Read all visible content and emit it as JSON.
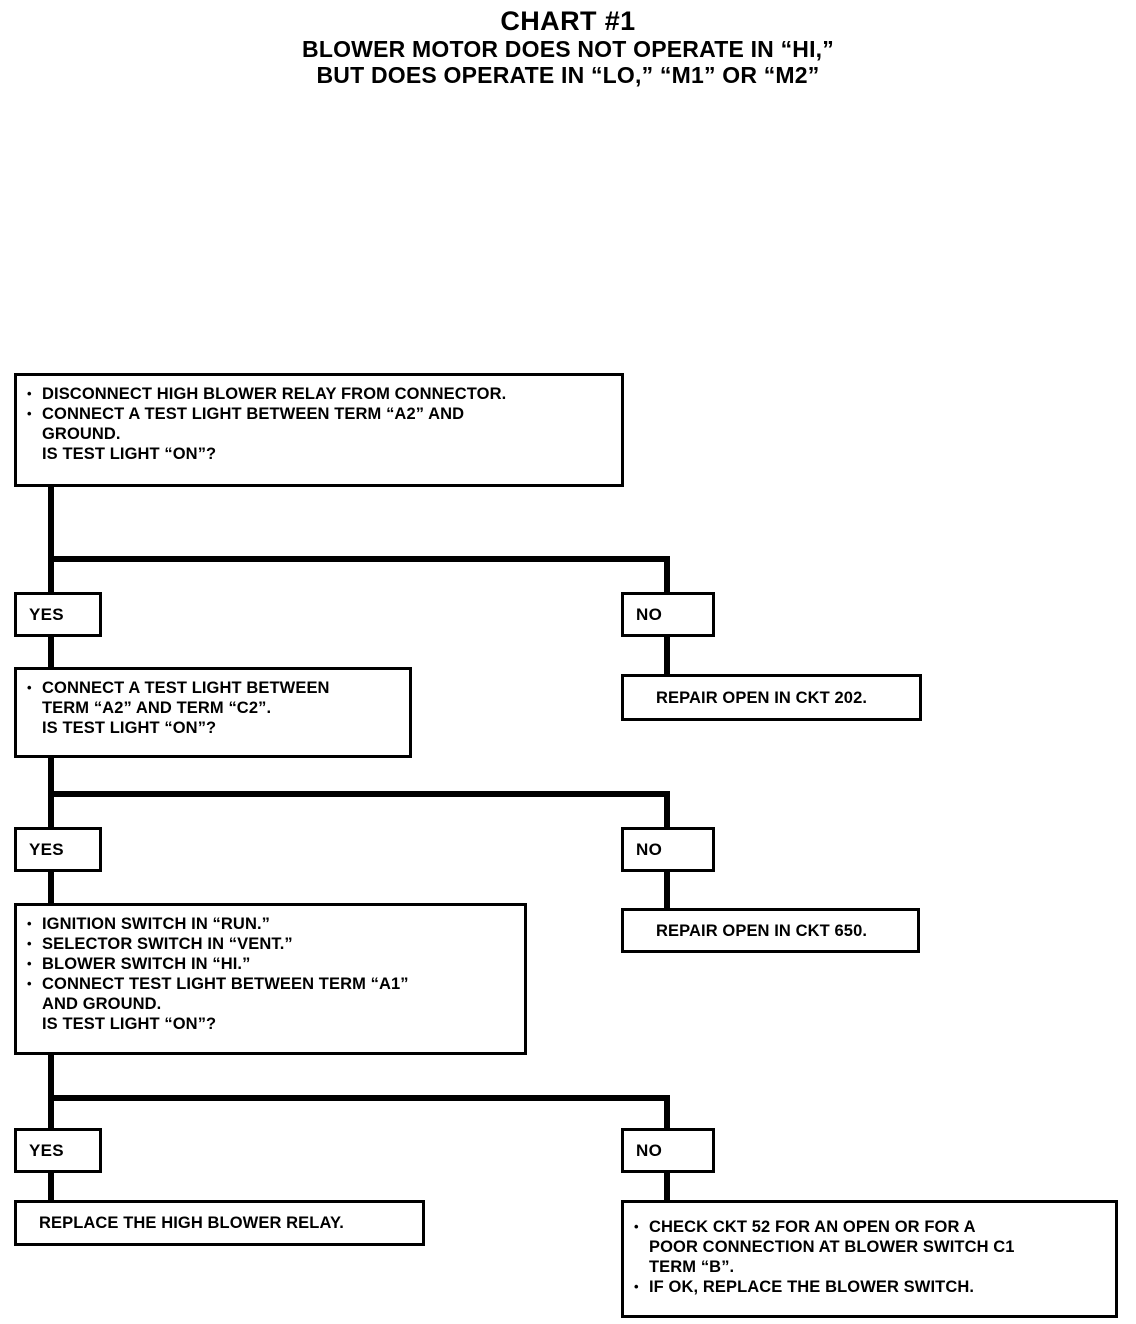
{
  "title": {
    "main": "CHART #1",
    "sub_line1": "BLOWER MOTOR DOES NOT OPERATE IN “HI,”",
    "sub_line2": "BUT DOES OPERATE IN “LO,” “M1” OR “M2”"
  },
  "labels": {
    "yes": "YES",
    "no": "NO"
  },
  "steps": {
    "step1": {
      "l1": "DISCONNECT HIGH BLOWER RELAY FROM CONNECTOR.",
      "l2": "CONNECT A TEST LIGHT BETWEEN TERM “A2” AND",
      "l3": "GROUND.",
      "l4": "IS TEST LIGHT “ON”?"
    },
    "step2": {
      "l1": "CONNECT A TEST LIGHT BETWEEN",
      "l2": "TERM “A2” AND TERM “C2”.",
      "l3": "IS TEST LIGHT “ON”?"
    },
    "step3": {
      "l1": "IGNITION SWITCH IN “RUN.”",
      "l2": "SELECTOR SWITCH IN “VENT.”",
      "l3": "BLOWER SWITCH IN “HI.”",
      "l4": "CONNECT TEST LIGHT BETWEEN TERM “A1”",
      "l5": "AND GROUND.",
      "l6": "IS TEST LIGHT “ON”?"
    }
  },
  "results": {
    "repair_202": "REPAIR OPEN IN CKT 202.",
    "repair_650": "REPAIR OPEN IN CKT 650.",
    "replace_relay": "REPLACE THE HIGH BLOWER RELAY.",
    "check_ckt52": {
      "l1": "CHECK CKT 52 FOR AN OPEN OR FOR A",
      "l2": "POOR CONNECTION AT BLOWER SWITCH C1",
      "l3": "TERM “B”.",
      "l4": "IF OK, REPLACE THE BLOWER SWITCH."
    }
  }
}
